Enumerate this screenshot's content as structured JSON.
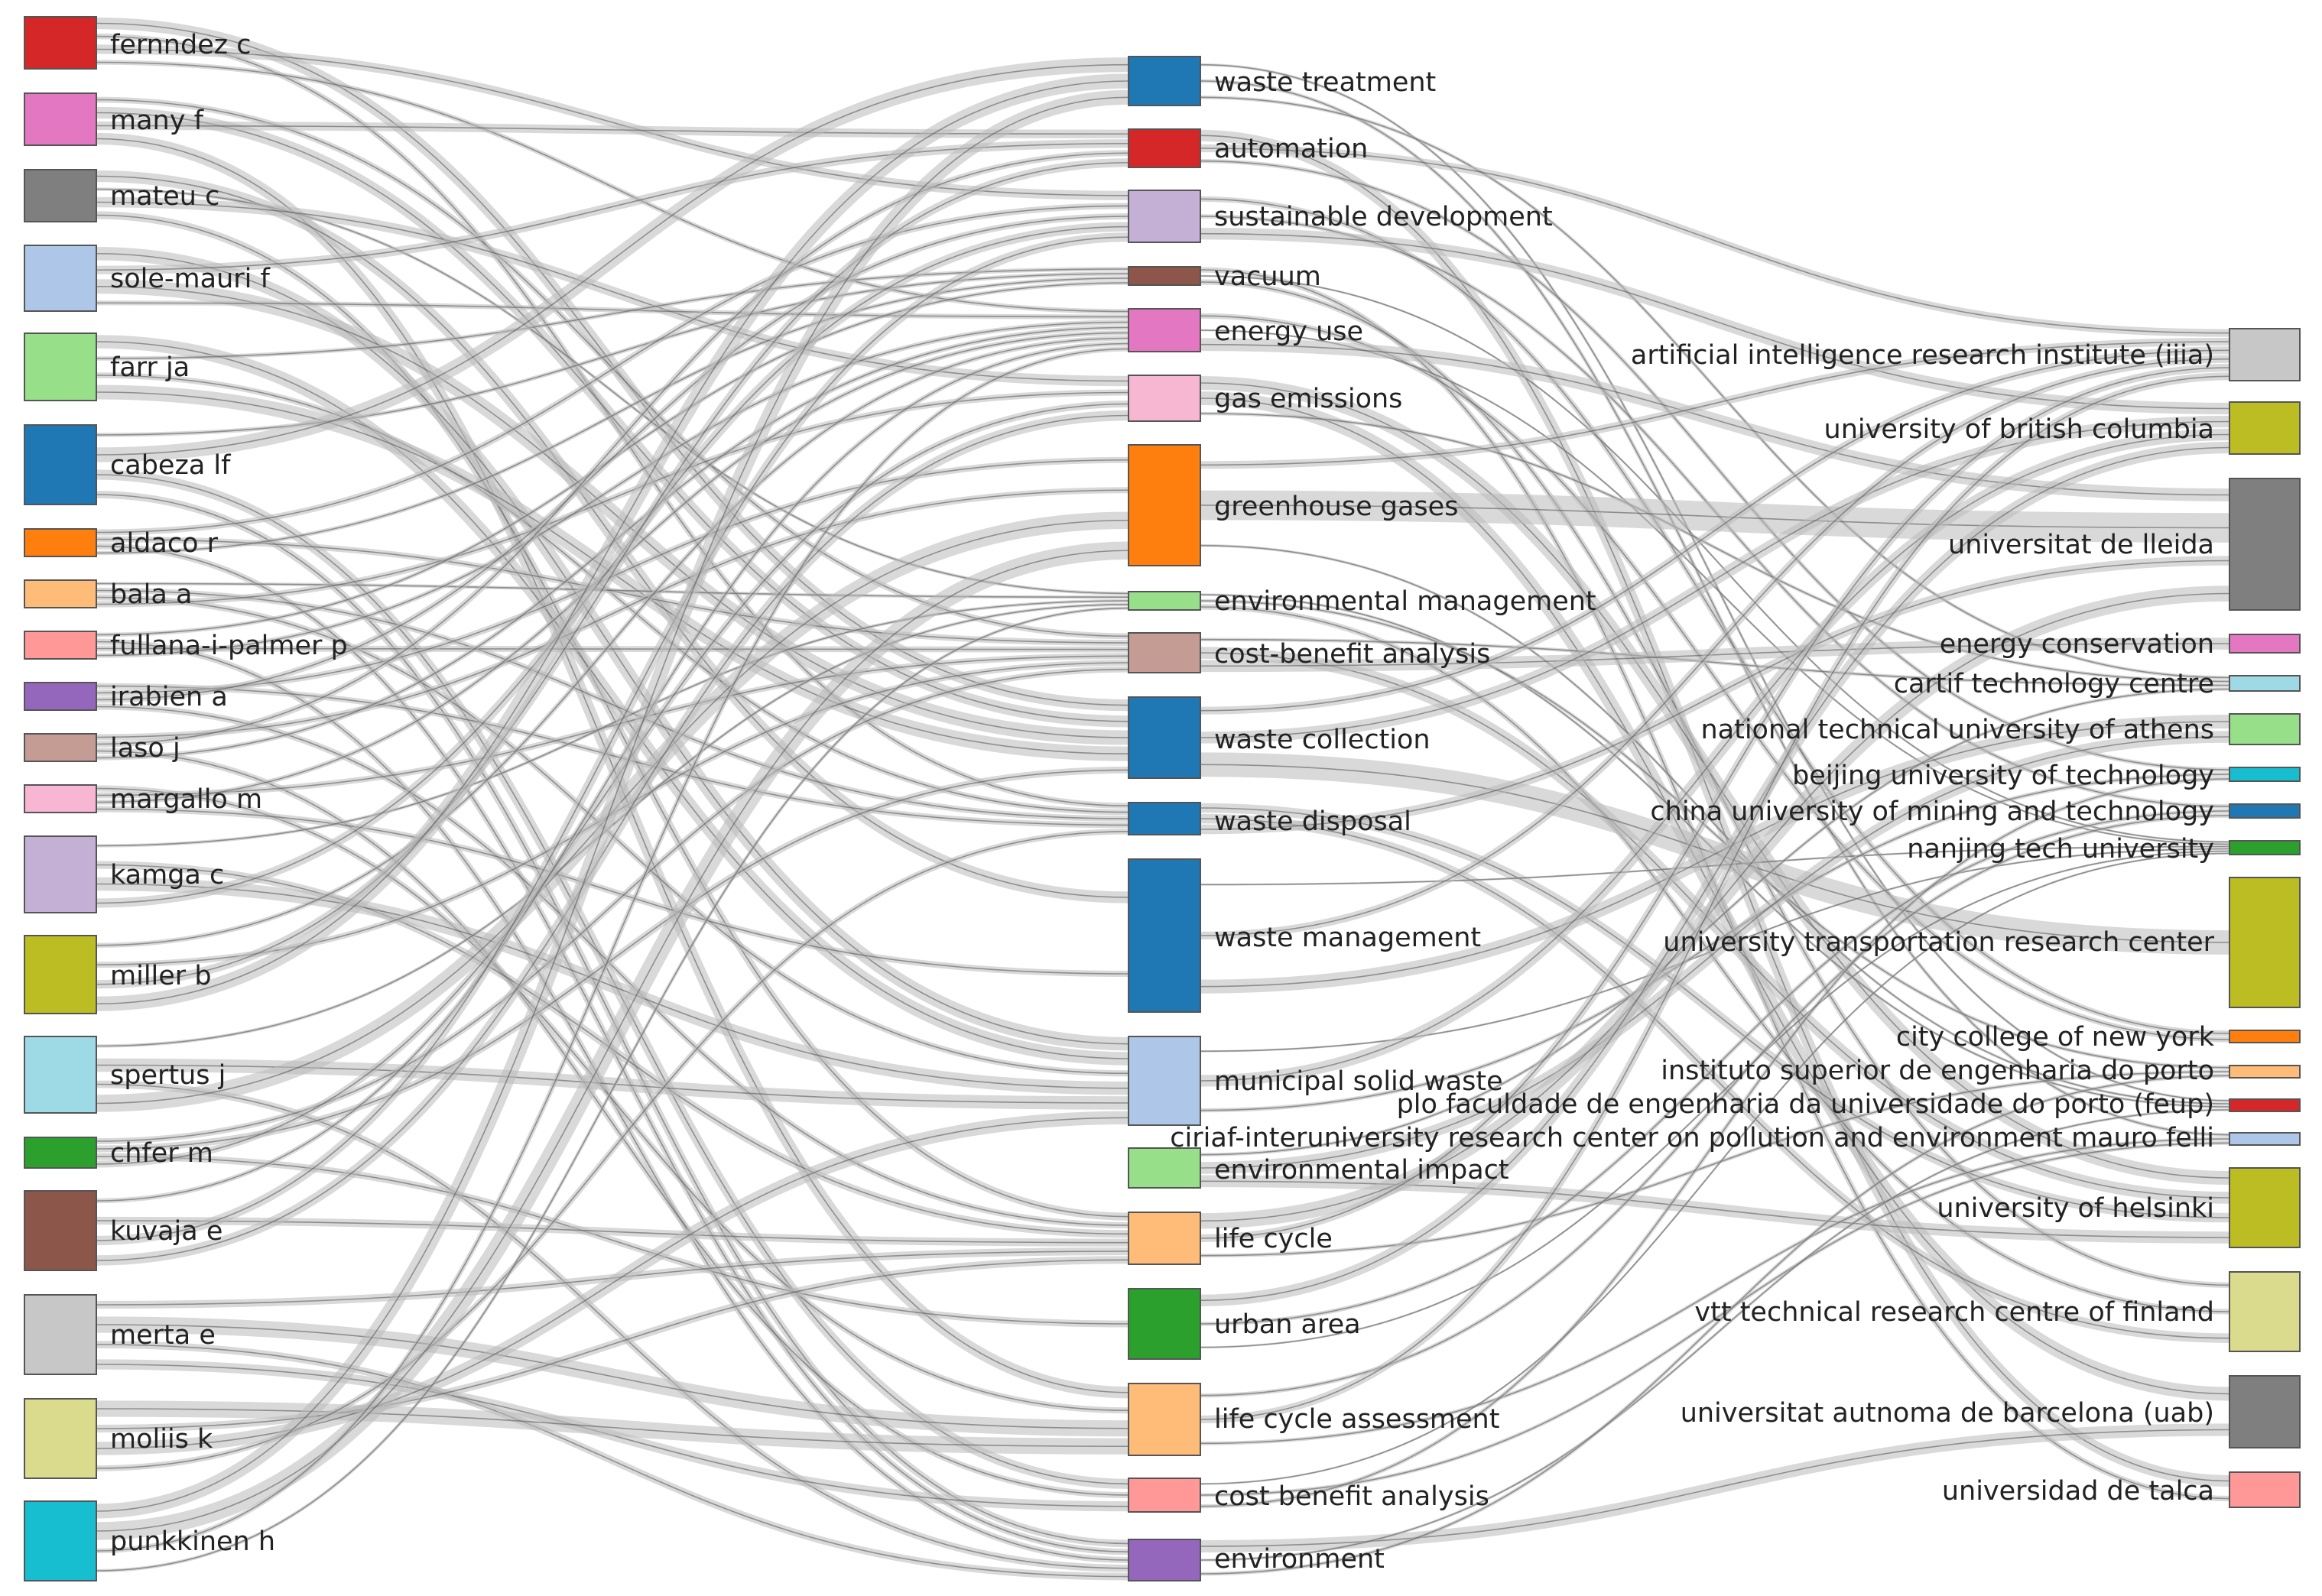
{
  "diagram": {
    "type": "sankey",
    "columns": [
      {
        "role": "authors",
        "nodes": [
          {
            "label": "fernndez c",
            "color": "#d62728"
          },
          {
            "label": "many f",
            "color": "#e377c2"
          },
          {
            "label": "mateu c",
            "color": "#7f7f7f"
          },
          {
            "label": "sole-mauri f",
            "color": "#aec7e8"
          },
          {
            "label": "farr ja",
            "color": "#98df8a"
          },
          {
            "label": "cabeza lf",
            "color": "#1f77b4"
          },
          {
            "label": "aldaco r",
            "color": "#ff7f0e"
          },
          {
            "label": "bala a",
            "color": "#ffbb78"
          },
          {
            "label": "fullana-i-palmer p",
            "color": "#ff9896"
          },
          {
            "label": "irabien a",
            "color": "#9467bd"
          },
          {
            "label": "laso j",
            "color": "#c49c94"
          },
          {
            "label": "margallo m",
            "color": "#f7b6d2"
          },
          {
            "label": "kamga c",
            "color": "#c5b0d5"
          },
          {
            "label": "miller b",
            "color": "#bcbd22"
          },
          {
            "label": "spertus j",
            "color": "#9edae5"
          },
          {
            "label": "chfer m",
            "color": "#2ca02c"
          },
          {
            "label": "kuvaja e",
            "color": "#8c564b"
          },
          {
            "label": "merta e",
            "color": "#c7c7c7"
          },
          {
            "label": "moliis k",
            "color": "#dbdb8d"
          },
          {
            "label": "punkkinen h",
            "color": "#17becf"
          }
        ]
      },
      {
        "role": "keywords",
        "nodes": [
          {
            "label": "waste treatment",
            "color": "#1f77b4"
          },
          {
            "label": "automation",
            "color": "#d62728"
          },
          {
            "label": "sustainable development",
            "color": "#c5b0d5"
          },
          {
            "label": "vacuum",
            "color": "#8c564b"
          },
          {
            "label": "energy use",
            "color": "#e377c2"
          },
          {
            "label": "gas emissions",
            "color": "#f7b6d2"
          },
          {
            "label": "greenhouse gases",
            "color": "#ff7f0e"
          },
          {
            "label": "environmental management",
            "color": "#98df8a"
          },
          {
            "label": "cost-benefit analysis",
            "color": "#c49c94"
          },
          {
            "label": "waste collection",
            "color": "#1f77b4"
          },
          {
            "label": "waste disposal",
            "color": "#1f77b4"
          },
          {
            "label": "waste management",
            "color": "#1f77b4"
          },
          {
            "label": "municipal solid waste",
            "color": "#aec7e8"
          },
          {
            "label": "environmental impact",
            "color": "#98df8a"
          },
          {
            "label": "life cycle",
            "color": "#ffbb78"
          },
          {
            "label": "urban area",
            "color": "#2ca02c"
          },
          {
            "label": "life cycle assessment",
            "color": "#ffbb78"
          },
          {
            "label": "cost benefit analysis",
            "color": "#ff9896"
          },
          {
            "label": "environment",
            "color": "#9467bd"
          }
        ]
      },
      {
        "role": "affiliations",
        "nodes": [
          {
            "label": "artificial intelligence research institute (iiia)",
            "color": "#c7c7c7"
          },
          {
            "label": "university of british columbia",
            "color": "#bcbd22"
          },
          {
            "label": "universitat de lleida",
            "color": "#7f7f7f"
          },
          {
            "label": "energy conservation",
            "color": "#e377c2"
          },
          {
            "label": "cartif technology centre",
            "color": "#9edae5"
          },
          {
            "label": "national technical university of athens",
            "color": "#98df8a"
          },
          {
            "label": "beijing university of technology",
            "color": "#17becf"
          },
          {
            "label": "china university of mining and technology",
            "color": "#1f77b4"
          },
          {
            "label": "nanjing tech university",
            "color": "#2ca02c"
          },
          {
            "label": "university transportation research center",
            "color": "#bcbd22"
          },
          {
            "label": "city college of new york",
            "color": "#ff7f0e"
          },
          {
            "label": "instituto superior de engenharia do porto",
            "color": "#ffbb78"
          },
          {
            "label": "plo faculdade de engenharia da universidade do porto (feup)",
            "color": "#d62728"
          },
          {
            "label": "ciriaf-interuniversity research center on pollution and environment mauro felli",
            "color": "#aec7e8"
          },
          {
            "label": "university of helsinki",
            "color": "#bcbd22"
          },
          {
            "label": "vtt technical research centre of finland",
            "color": "#dbdb8d"
          },
          {
            "label": "universitat autnoma de barcelona (uab)",
            "color": "#7f7f7f"
          },
          {
            "label": "universidad de talca",
            "color": "#ff9896"
          }
        ]
      }
    ]
  }
}
